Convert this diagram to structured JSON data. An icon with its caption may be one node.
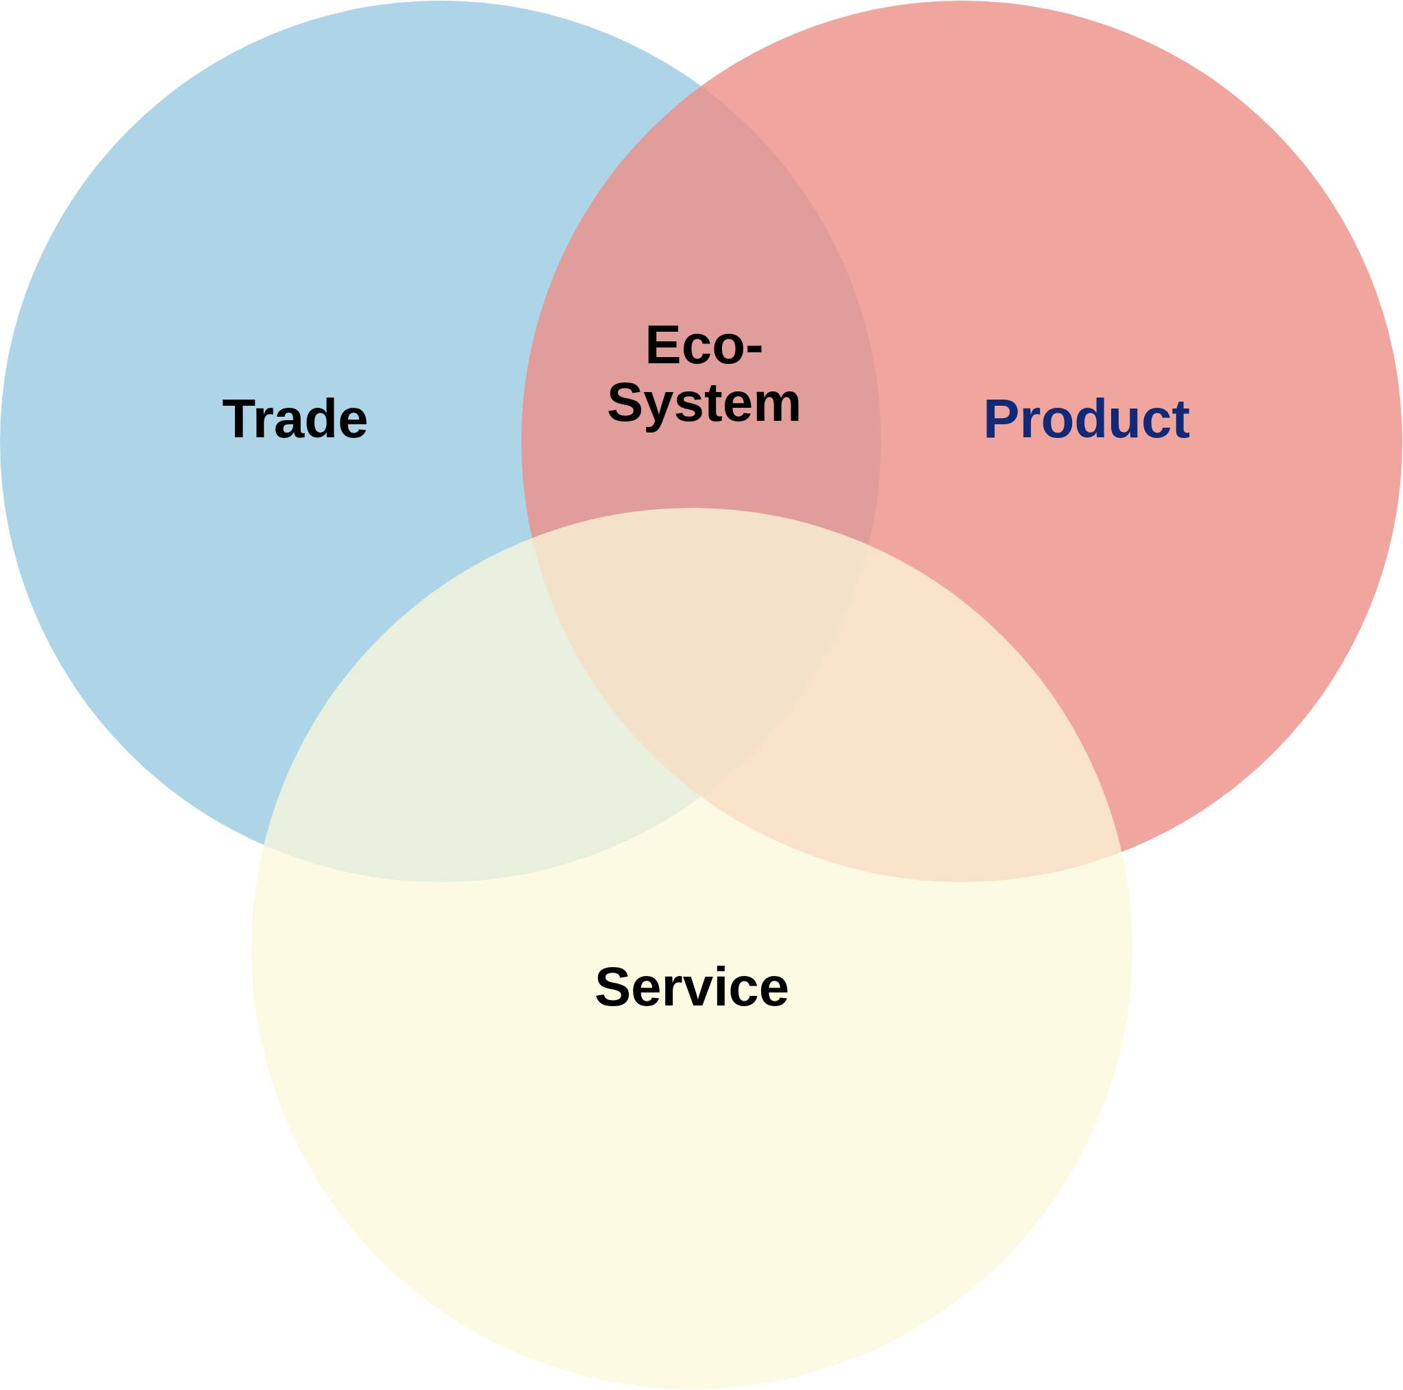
{
  "diagram": {
    "nodes": [
      {
        "text": [
          "Trade"
        ]
      },
      {
        "text": [
          "Product"
        ]
      },
      {
        "text": [
          "Service"
        ]
      }
    ],
    "labels": [
      "Eco-System"
    ]
  }
}
